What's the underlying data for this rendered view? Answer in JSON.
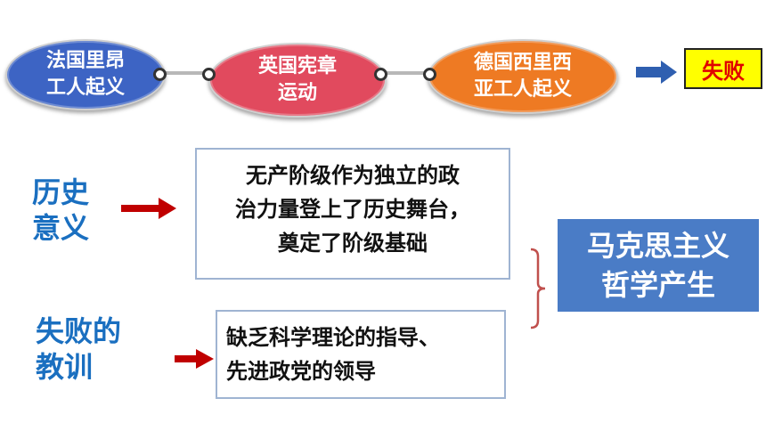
{
  "movements": [
    {
      "lines": [
        "法国里昂",
        "工人起义"
      ],
      "color": "#3d64c4"
    },
    {
      "lines": [
        "英国宪章",
        "运动"
      ],
      "color": "#e14a5e"
    },
    {
      "lines": [
        "德国西里西",
        "亚工人起义"
      ],
      "color": "#ee7a23"
    }
  ],
  "outcome": "失败",
  "sections": {
    "significance": {
      "label": [
        "历史",
        "意义"
      ],
      "content": [
        "无产阶级作为独立的政",
        "治力量登上了历史舞台，",
        "奠定了阶级基础"
      ]
    },
    "lesson": {
      "label": [
        "失败的",
        "教训"
      ],
      "content": [
        "缺乏科学理论的指导、",
        "先进政党的领导"
      ]
    }
  },
  "result": [
    "马克思主义",
    "哲学产生"
  ],
  "colors": {
    "label_blue": "#1a6fc0",
    "arrow_red": "#c00000",
    "arrow_blue": "#2f5fb0",
    "fail_bg": "#ffff00",
    "fail_text": "#e00000",
    "result_bg": "#4a7cc6",
    "bracket": "#c0504d"
  }
}
